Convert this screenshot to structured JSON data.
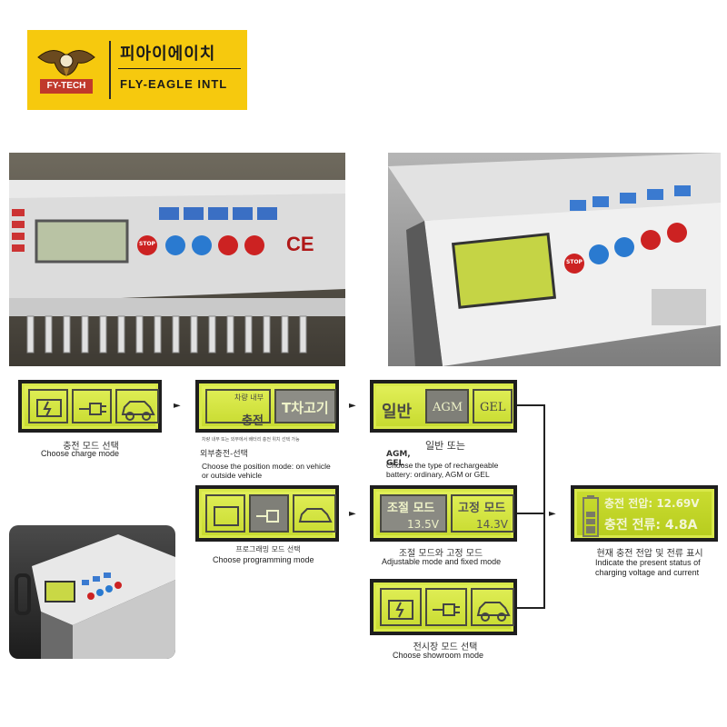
{
  "brand": {
    "badge_text": "FY-TECH",
    "korean_name": "피아이에이치",
    "english_name": "FLY-EAGLE INTL"
  },
  "photo1": {
    "ce_mark": "CE",
    "stop_label": "STOP"
  },
  "photo2": {
    "stop_label": "STOP"
  },
  "screens": {
    "charge_mode": {
      "caption_kr": "충전 모드 선택",
      "caption_en": "Choose charge mode"
    },
    "position_mode": {
      "tile_left": "충전",
      "tile_left_top": "차량 내부",
      "tile_right": "T차고기",
      "caption_small": "차량 내부 또는 외부에서 배터리 충전 위치 선택 가능",
      "caption_kr": "외부충전-선택",
      "caption_en_line1": "Choose the position mode: on vehicle",
      "caption_en_line2": "or outside vehicle"
    },
    "battery_type": {
      "opt1": "일반",
      "opt2": "AGM",
      "opt3": "GEL",
      "caption_kr": "일반 또는",
      "caption_kr2": "AGM, GEL",
      "caption_en_line1": "Choose the type of rechargeable",
      "caption_en_line2": "battery: ordinary, AGM or GEL"
    },
    "programming_mode": {
      "caption_kr": "프로그래밍 모드 선택",
      "caption_en": "Choose programming mode"
    },
    "adjustable_mode": {
      "left_label": "조절 모드",
      "left_value": "13.5V",
      "right_label": "고정 모드",
      "right_value": "14.3V",
      "caption_kr": "조절 모드와 고정 모드",
      "caption_en": "Adjustable mode and fixed mode"
    },
    "showroom_mode": {
      "caption_kr": "전시장 모드 선택",
      "caption_en": "Choose showroom mode"
    },
    "status": {
      "voltage_line": "충전 전압: 12.69V",
      "current_line": "충전 전류: 4.8A",
      "caption_kr": "현재 충전 전압 및 전류 표시",
      "caption_en_line1": "Indicate the present status of",
      "caption_en_line2": "charging voltage and current"
    }
  }
}
